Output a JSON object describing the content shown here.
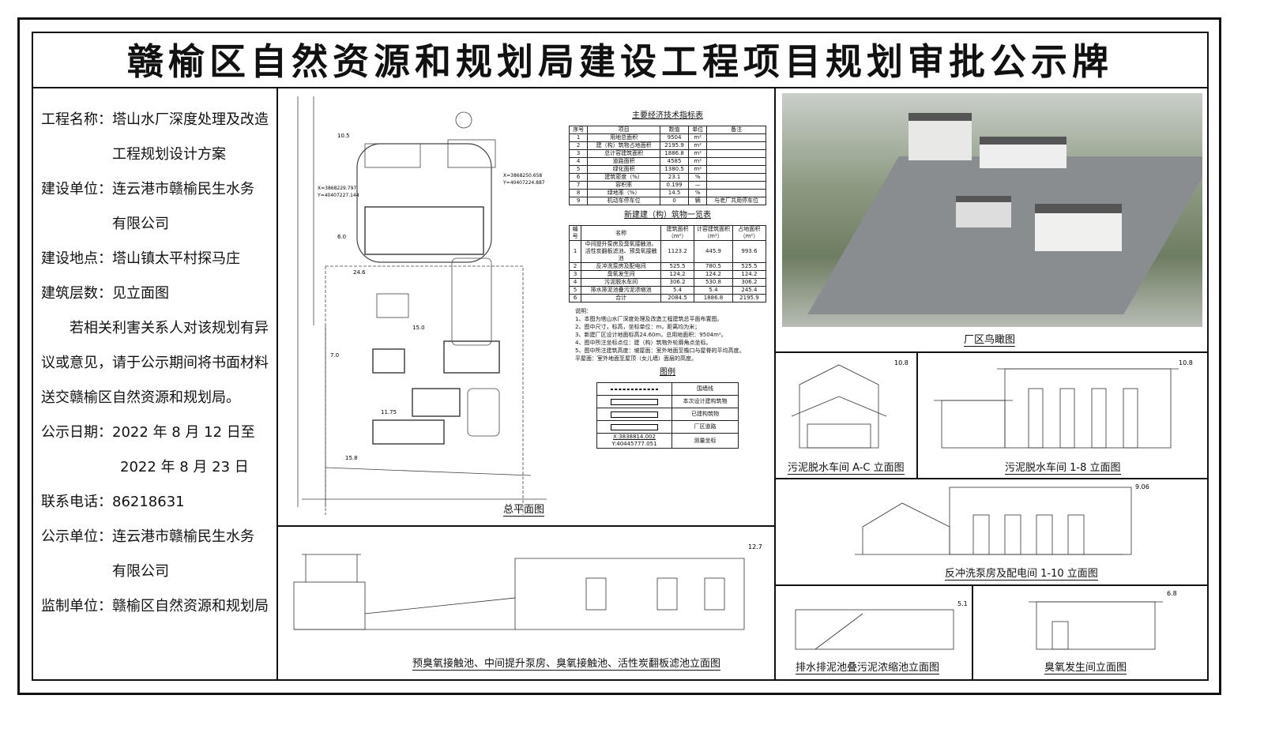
{
  "title": "赣榆区自然资源和规划局建设工程项目规划审批公示牌",
  "info": {
    "project_label": "工程名称：",
    "project_1": "塔山水厂深度处理及改造",
    "project_2": "工程规划设计方案",
    "builder_label": "建设单位：",
    "builder_1": "连云港市赣榆民生水务",
    "builder_2": "有限公司",
    "site_label": "建设地点：",
    "site": "塔山镇太平村探马庄",
    "floors_label": "建筑层数：",
    "floors": "见立面图",
    "notice": "若相关利害关系人对该规划有异议或意见，请于公示期间将书面材料送交赣榆区自然资源和规划局。",
    "date_label": "公示日期：",
    "date_1": "2022 年 8 月 12 日至",
    "date_2": "2022 年 8 月 23 日",
    "phone_label": "联系电话：",
    "phone": "86218631",
    "publisher_label": "公示单位：",
    "publisher_1": "连云港市赣榆民生水务",
    "publisher_2": "有限公司",
    "supervisor_label": "监制单位：",
    "supervisor": "赣榆区自然资源和规划局"
  },
  "tech_table": {
    "title": "主要经济技术指标表",
    "headers": [
      "序号",
      "项目",
      "数值",
      "单位",
      "备注"
    ],
    "rows": [
      [
        "1",
        "用地总面积",
        "9504",
        "m²",
        ""
      ],
      [
        "2",
        "建（构）筑物占地面积",
        "2195.9",
        "m²",
        ""
      ],
      [
        "3",
        "总计容建筑面积",
        "1886.8",
        "m²",
        ""
      ],
      [
        "4",
        "道路面积",
        "4585",
        "m²",
        ""
      ],
      [
        "5",
        "绿化面积",
        "1380.5",
        "m²",
        ""
      ],
      [
        "6",
        "建筑密度（%）",
        "23.1",
        "%",
        ""
      ],
      [
        "7",
        "容积率",
        "0.199",
        "—",
        ""
      ],
      [
        "8",
        "绿地率（%）",
        "14.5",
        "%",
        ""
      ],
      [
        "9",
        "机动车停车位",
        "0",
        "辆",
        "与老厂共用停车位"
      ]
    ]
  },
  "build_table": {
    "title": "新建建（构）筑物一览表",
    "headers": [
      "编号",
      "名称",
      "建筑面积（m²）",
      "计容建筑面积（m²）",
      "占地面积（m²）"
    ],
    "rows": [
      [
        "1",
        "中间提升泵房及臭氧接触池、活性炭翻板滤池、预臭氧接触池",
        "1123.2",
        "445.9",
        "993.6"
      ],
      [
        "2",
        "反冲洗泵房及配电间",
        "525.5",
        "780.5",
        "525.5"
      ],
      [
        "3",
        "臭氧发生间",
        "124.2",
        "124.2",
        "124.2"
      ],
      [
        "4",
        "污泥脱水车间",
        "306.2",
        "530.8",
        "306.2"
      ],
      [
        "5",
        "排水排泥池叠污泥浓缩池",
        "5.4",
        "5.4",
        "245.4"
      ],
      [
        "6",
        "合计",
        "2084.5",
        "1886.8",
        "2195.9"
      ]
    ]
  },
  "notes": {
    "title": "说明：",
    "items": [
      "1、本图为塔山水厂深度处理及改造工程建筑总平面布置图。",
      "2、图中尺寸，标高，坐标单位：m，距离均为米；",
      "3、新建厂区设计地面标高24.60m，总用地面积：9504m²。",
      "4、图中所注坐标点位：建（构）筑物外轮廓角点坐标。",
      "5、图中所注建筑高度：坡屋面：室外地面至檐口与屋脊的平均高度。",
      "平屋面：室外地面至屋顶（女儿墙）面层的高度。"
    ]
  },
  "legend": {
    "title": "图例",
    "items": [
      "围墙线",
      "本次设计建构筑物",
      "已建构筑物",
      "厂区道路",
      "测量坐标"
    ],
    "coord_x": "X:3838814.002",
    "coord_y": "Y:40445777.051"
  },
  "captions": {
    "site_plan": "总平面图",
    "aerial": "厂区鸟瞰图",
    "sludge_ac": "污泥脱水车间 A-C 立面图",
    "sludge_18": "污泥脱水车间 1-8 立面图",
    "backwash": "反冲洗泵房及配电间 1-10 立面图",
    "main_elev": "预臭氧接触池、中间提升泵房、臭氧接触池、活性炭翻板滤池立面图",
    "drain": "排水排泥池叠污泥浓缩池立面图",
    "ozone": "臭氧发生间立面图"
  },
  "heights": {
    "sludge_ac": "10.8",
    "sludge_18": "10.8",
    "backwash": "9.06",
    "main": "12.7",
    "drain": "5.1",
    "ozone": "6.8"
  },
  "site_labels": {
    "d1": "10.5",
    "d2": "24.6",
    "d3": "15.0",
    "d4": "11.75",
    "d5": "15.8",
    "d6": "7.0",
    "d7": "6.0",
    "c1": "X=3868229.797",
    "c2": "Y=40407227.144",
    "c3": "X=3868250.658",
    "c4": "Y=40407224.887"
  }
}
